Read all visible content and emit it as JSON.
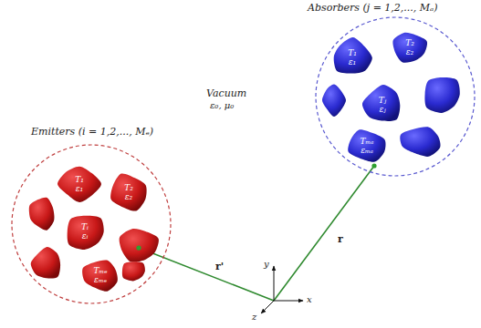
{
  "diagram": {
    "nodes": [
      {
        "text": [
          "Emitters (i = 1,2,..., Mₑ)"
        ]
      },
      {
        "text": [
          "T₁",
          "ε₁"
        ],
        "in": 0
      },
      {
        "text": [
          "T₂",
          "ε₂"
        ],
        "in": 0
      },
      {
        "text": [
          "Tᵢ",
          "εᵢ"
        ],
        "in": 0
      },
      {
        "text": [
          "Tₘₑ",
          "εₘₑ"
        ],
        "in": 0
      },
      {
        "text": [
          "Absorbers (j = 1,2,..., Mₐ)"
        ]
      },
      {
        "text": [
          "T₁",
          "ε₁"
        ],
        "in": 5
      },
      {
        "text": [
          "T₂",
          "ε₂"
        ],
        "in": 5
      },
      {
        "text": [
          "Tⱼ",
          "εⱼ"
        ],
        "in": 5
      },
      {
        "text": [
          "Tₘₐ",
          "εₘₐ"
        ],
        "in": 5
      }
    ],
    "labels": [
      "Vacuum",
      "ε₀, μ₀",
      "r'",
      "r",
      "y",
      "x",
      "z"
    ]
  }
}
